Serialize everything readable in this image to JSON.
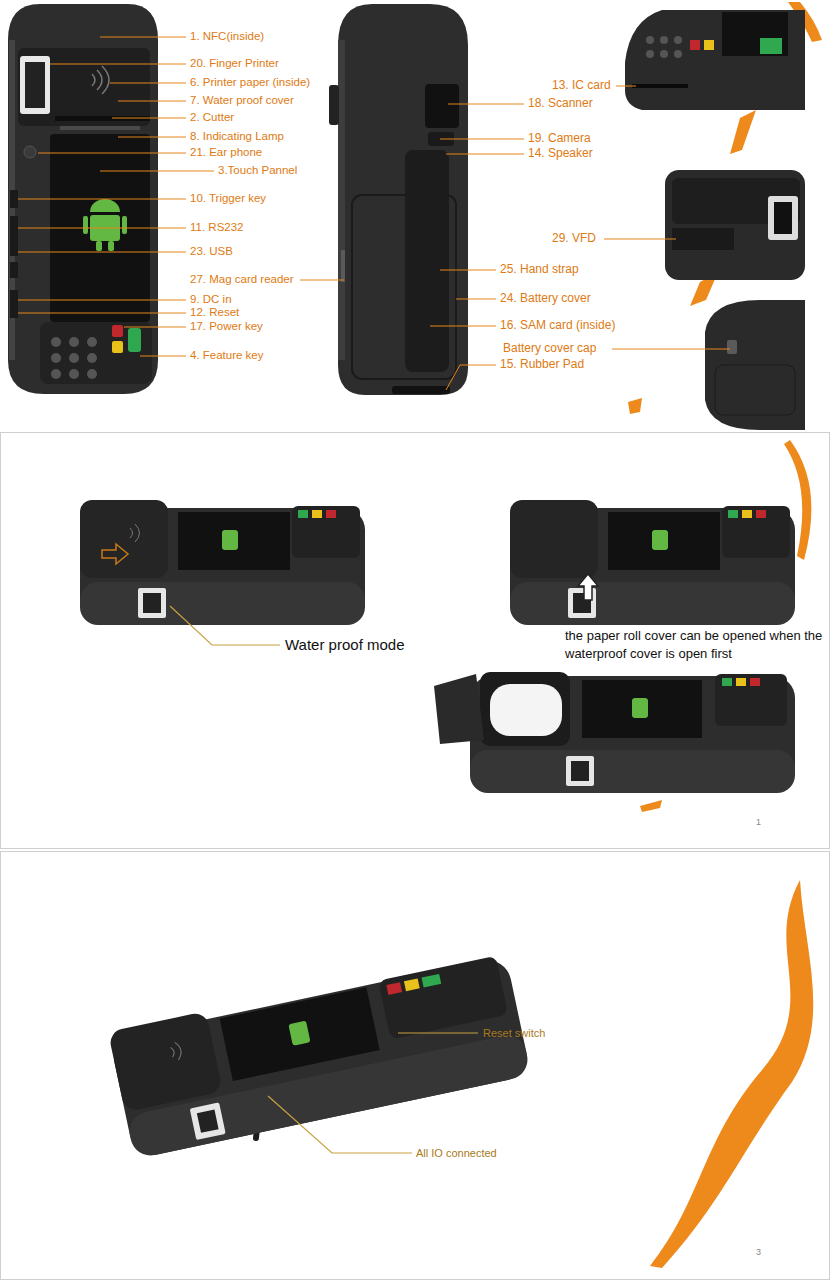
{
  "diagram": {
    "labels": [
      "1. NFC(inside)",
      "20. Finger Printer",
      "6. Printer paper (inside)",
      "7. Water proof cover",
      "2. Cutter",
      "8. Indicating Lamp",
      "21. Ear phone",
      "3.Touch Pannel",
      "10. Trigger key",
      "11. RS232",
      "23. USB",
      "27. Mag card reader",
      "9. DC in",
      "12. Reset",
      "17. Power key",
      "4. Feature key",
      "18. Scanner",
      "19. Camera",
      "14. Speaker",
      "25. Hand strap",
      "24. Battery cover",
      "16. SAM card (inside)",
      "15. Rubber Pad",
      "13. IC card",
      "29. VFD",
      "Battery cover cap",
      "Water proof mode",
      "the paper roll cover can be opened when the waterproof cover is open first",
      "1",
      "Reset switch",
      "All IO connected",
      "3"
    ]
  }
}
